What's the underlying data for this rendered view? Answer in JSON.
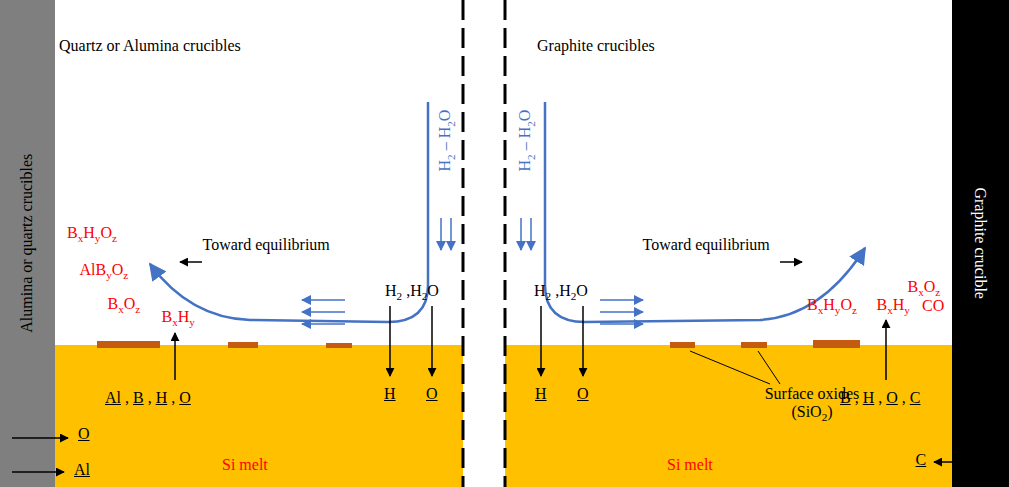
{
  "diagram": {
    "nodes": [
      {
        "text": [
          "Alumina or quartz crucibles"
        ]
      },
      {
        "text": [
          "Si melt"
        ]
      },
      {
        "text": [
          "Si melt"
        ]
      },
      {
        "text": [
          "Graphite crucible"
        ]
      }
    ],
    "labels": [
      "Quartz or Alumina crucibles",
      "Graphite crucibles",
      "H2 – H2O",
      "H2 – H2O",
      "Toward equilibrium",
      "Toward equilibrium",
      "BxHyOz",
      "AlByOz",
      "BxOz",
      "BxHy",
      "H2 ,H2O",
      "H",
      "O",
      "Al , B , H , O",
      "O",
      "Al",
      "H2 ,H2O",
      "H",
      "O",
      "BxOz",
      "BxHyOz",
      "BxHy",
      "CO",
      "B , H , O , C",
      "Surface oxides (SiO2)",
      "C"
    ]
  }
}
